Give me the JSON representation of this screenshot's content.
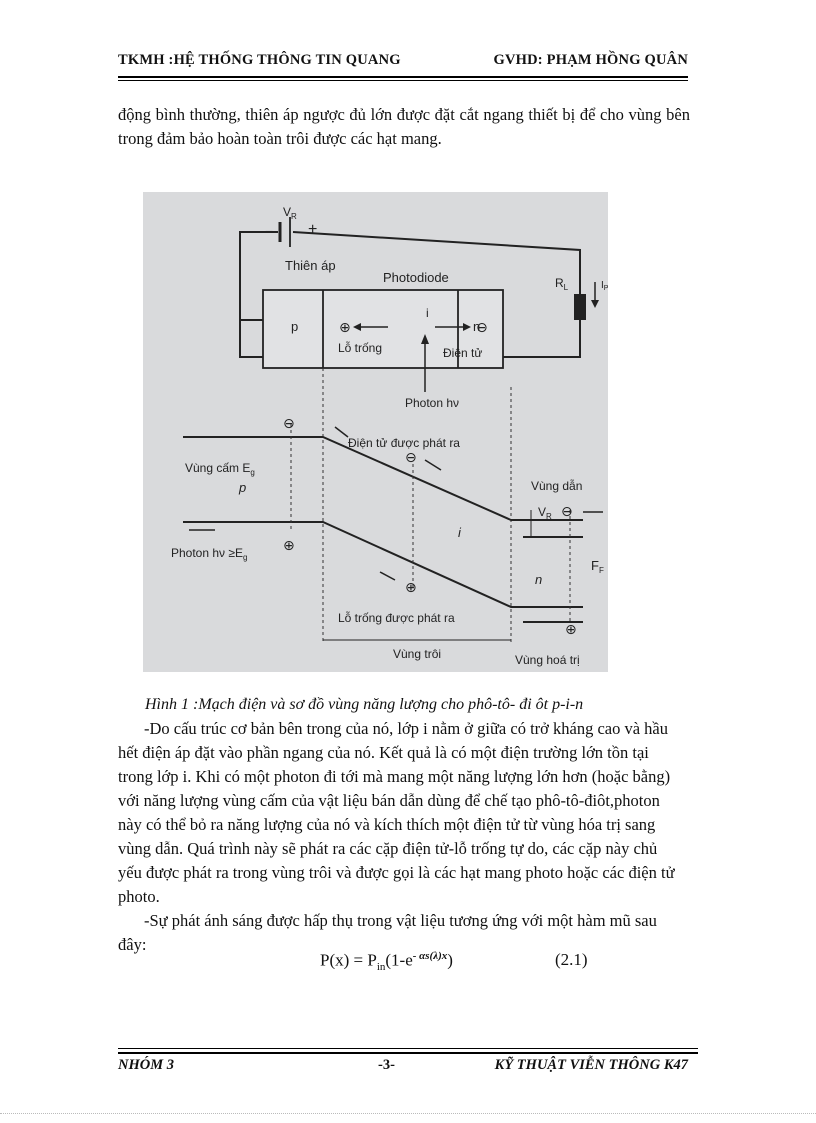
{
  "header": {
    "left": "TKMH :HỆ THỐNG THÔNG TIN QUANG",
    "right": "GVHD:  PHẠM HỒNG QUÂN"
  },
  "intro_paragraph": "động bình thường, thiên áp ngược đủ  lớn được đặt cắt ngang thiết bị để cho vùng bên trong đảm bảo hoàn toàn trôi được các hạt mang.",
  "figure": {
    "labels": {
      "vr": "V",
      "vr_sub": "R",
      "minus": "−",
      "plus": "+",
      "bias": "Thiên áp",
      "photodiode": "Photodiode",
      "rl": "R",
      "rl_sub": "L",
      "ip": "I",
      "ip_sub": "P",
      "p": "p",
      "i_region": "i",
      "n": "n",
      "holes": "Lỗ trống",
      "electrons": "Điện tử",
      "photon_hv": "Photon hν",
      "electron_generated": "Điện tử được phát ra",
      "band_gap": "Vùng cấm E",
      "band_gap_sub": "g",
      "p_band": "p",
      "photon_cond": "Photon hν ≥E",
      "photon_cond_sub": "g",
      "i_band": "i",
      "conduction_band": "Vùng dẫn",
      "vr_band": "V",
      "vr_band_sub": "R",
      "n_band": "n",
      "fermi": "F",
      "fermi_sub": "F",
      "hole_generated": "Lỗ trống được phát ra",
      "drift_region": "Vùng trôi",
      "valence_band": "Vùng hoá trị"
    }
  },
  "caption": "Hình 1 :Mạch điện và sơ đồ vùng năng lượng cho phô-tô- đi ôt p-i-n",
  "paragraphs": [
    "-Do cấu trúc cơ bản bên trong của nó, lớp i nằm ở giữa có trở kháng cao và hầu hết điện áp đặt vào phần ngang của nó. Kết quả là có một điện trường lớn tồn tại trong lớp i. Khi  có một photon đi tới mà mang một năng lượng lớn hơn (hoặc bằng) với năng lượng vùng cấm của vật liệu  bán dẫn dùng để chế tạo phô-tô-điôt,photon này có thể bỏ ra năng lượng  của nó và kích thích một điện tử từ vùng hóa trị sang vùng dẫn. Quá trình này sẽ phát ra các cặp điện tử-lỗ trống tự do, các cặp này chủ yếu được phát ra trong vùng trôi và được gọi là các hạt mang photo hoặc các điện tử photo.",
    "-Sự phát ánh sáng được hấp thụ trong vật liệu tương ứng với một hàm mũ sau đây:"
  ],
  "equation": {
    "lhs": "P(x) = P",
    "sub_in": "in",
    "mid": "(1-e",
    "sup": "- αs(λ)x",
    "end": ")",
    "number": "(2.1)"
  },
  "footer": {
    "left": "NHÓM 3",
    "center": "-3-",
    "right": "KỸ THUẬT VIỄN THÔNG K47"
  }
}
